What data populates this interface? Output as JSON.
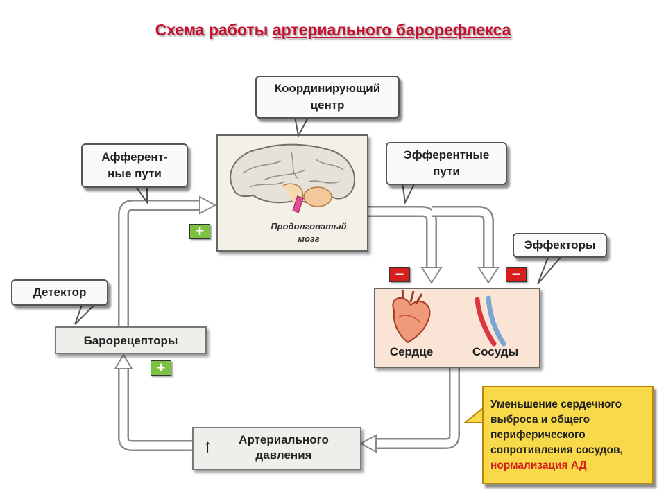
{
  "title": {
    "prefix": "Схема работы ",
    "highlight": "артериального барорефлекса"
  },
  "callouts": {
    "coordinating_center": {
      "line1": "Координирующий",
      "line2": "центр"
    },
    "afferent": {
      "line1": "Афферент-",
      "line2": "ные пути"
    },
    "efferent": {
      "line1": "Эфферентные",
      "line2": "пути"
    },
    "effectors": "Эффекторы",
    "detector": "Детектор"
  },
  "medulla": {
    "line1": "Продолговатый",
    "line2": "мозг"
  },
  "baroreceptors": "Барорецепторы",
  "effector_panel": {
    "heart": "Сердце",
    "vessels": "Сосуды"
  },
  "pressure": {
    "arrow": "↑",
    "line1": "Артериального",
    "line2": "давления"
  },
  "signs": {
    "plus": "+",
    "minus": "−"
  },
  "outcome": {
    "line1": "Уменьшение сердечного",
    "line2": "выброса и общего",
    "line3": "периферического",
    "line4": "сопротивления сосудов,",
    "line5": "нормализация АД"
  },
  "colors": {
    "title": "#c8102e",
    "plus": "#7bc142",
    "minus": "#d7201e",
    "panel_fill": "#f9e4d6",
    "outcome_fill": "#f7d94a",
    "arrow_fill": "#ffffff",
    "arrow_stroke": "#888888"
  }
}
